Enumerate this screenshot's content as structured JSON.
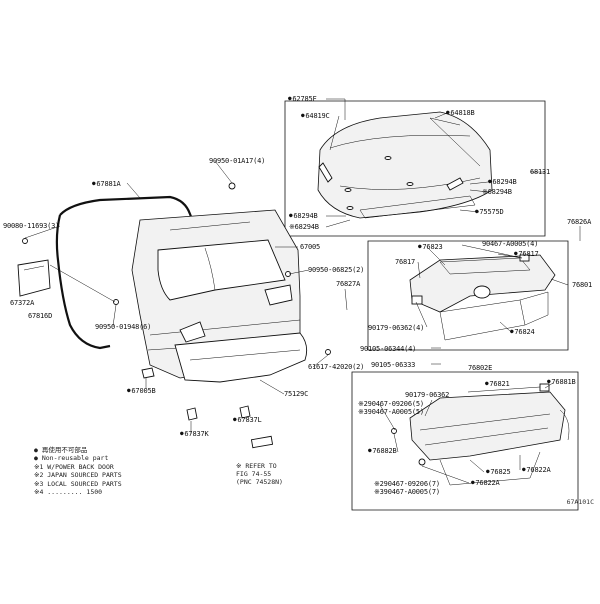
{
  "labels": {
    "l62785F": "62785F",
    "l64819C": "64819C",
    "l64818B": "64818B",
    "l68131": "68131",
    "l68294B_a": "68294B",
    "l68294B_b": "※68294B",
    "l68294B_c": "68294B",
    "l68294B_d": "※68294B",
    "l75575D": "75575D",
    "l76826A": "76826A",
    "l67881A": "67881A",
    "l90950_01A17": "90950-01A17(4)",
    "l90080_11693": "90080-11693(3)",
    "l67005": "67005",
    "l67372A": "67372A",
    "l67816D": "67816D",
    "l90950_06825": "90950-06825(2)",
    "l90950_01948": "90950-01948(6)",
    "l76827A": "76827A",
    "l76823": "76823",
    "l90467_A0005_4": "90467-A0005(4)",
    "l76817_a": "76817",
    "l76817_b": "76817",
    "l76801": "76801",
    "l90179_06362_4": "90179-06362(4)",
    "l76824": "76824",
    "l90105_06344": "90105-06344(4)",
    "l90105_06333": "90105-06333",
    "l76802E": "76802E",
    "l90179_06362": "90179-06362",
    "l76821": "76821",
    "l76881B": "76881B",
    "l290467_09206_5": "※290467-09206(5)",
    "l390467_A0005_5": "※390467-A0005(5)",
    "l76882B": "76882B",
    "l76825": "76825",
    "l76822A_a": "76822A",
    "l76822A_b": "76822A",
    "l290467_09206_7": "※290467-09206(7)",
    "l390467_A0005_7": "※390467-A0005(7)",
    "l67005B": "67005B",
    "l61617_42020": "61617-42020(2)",
    "l75129C": "75129C",
    "l67837L": "67837L",
    "l67837K": "67837K"
  },
  "legend": {
    "line1": "● 再使用不可部品",
    "line2": "● Non-reusable part",
    "line3": "※1 W/POWER BACK DOOR",
    "line4": "※2 JAPAN SOURCED PARTS",
    "line5": "※3 LOCAL SOURCED PARTS",
    "line6": "※4 ......... 1500"
  },
  "refer": {
    "line1": "※ REFER TO",
    "line2": "FIG 74-55",
    "line3": "(PNC 74528N)"
  },
  "fig_id": "67A101C"
}
